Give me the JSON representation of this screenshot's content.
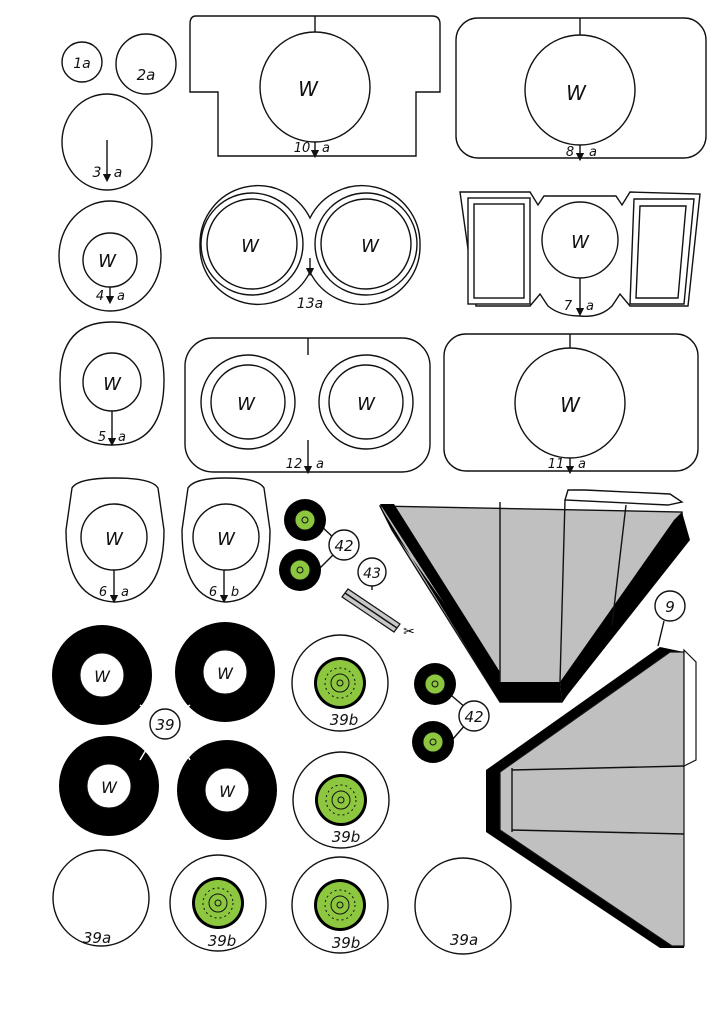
{
  "sheet": {
    "labels": {
      "p1a": "1a",
      "p2a": "2a",
      "p3a": "3",
      "p3a_suffix": "a",
      "p10a": "10",
      "p10a_suffix": "a",
      "p8a": "8",
      "p8a_suffix": "a",
      "p4a": "4",
      "p4a_suffix": "a",
      "p13a": "13a",
      "p7a": "7",
      "p7a_suffix": "a",
      "p5a": "5",
      "p5a_suffix": "a",
      "p12a": "12",
      "p12a_suffix": "a",
      "p11a": "11",
      "p11a_suffix": "a",
      "p6a": "6",
      "p6a_suffix": "a",
      "p6b": "6",
      "p6b_suffix": "b",
      "p42": "42",
      "p43": "43",
      "p9": "9",
      "p39": "39",
      "p39b": "39b",
      "p39a": "39a",
      "window_mark": "W"
    },
    "colors": {
      "outline": "#111111",
      "panel_grey": "#c0c0c0",
      "wheel_hub_green": "#8dc63f",
      "tyre_black": "#000000"
    }
  }
}
